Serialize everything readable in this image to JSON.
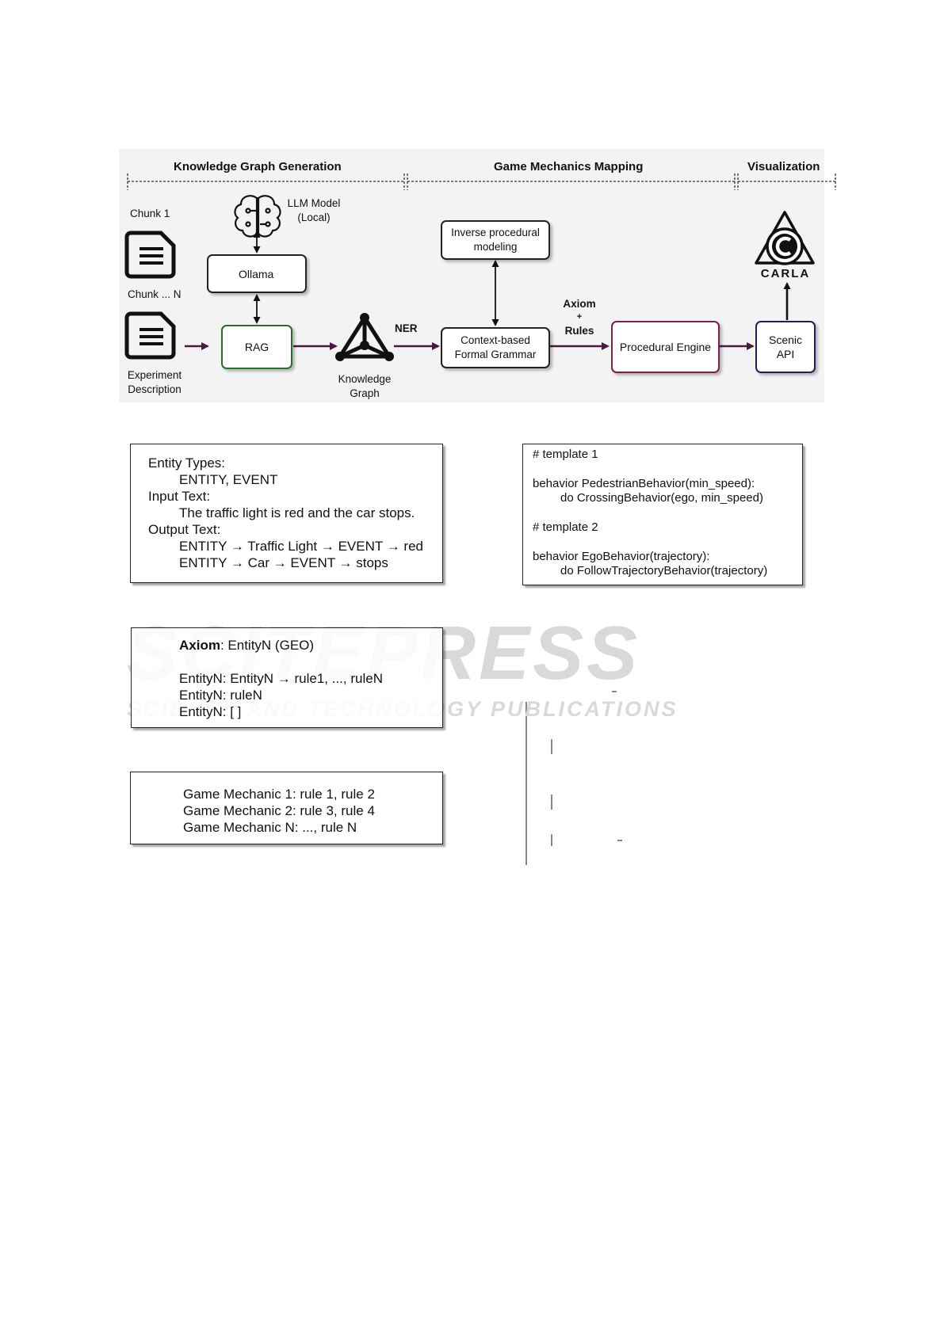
{
  "figure": {
    "sections": {
      "kg": "Knowledge Graph Generation",
      "game": "Game Mechanics Mapping",
      "vis": "Visualization"
    },
    "nodes": {
      "chunk1": "Chunk 1",
      "chunkN": "Chunk ... N",
      "experiment": [
        "Experiment",
        "Description"
      ],
      "llm": [
        "LLM Model",
        "(Local)"
      ],
      "ollama": "Ollama",
      "rag": "RAG",
      "kg": [
        "Knowledge",
        "Graph"
      ],
      "ner": "NER",
      "inverse": [
        "Inverse procedural",
        "modeling"
      ],
      "grammar": [
        "Context-based",
        "Formal Grammar"
      ],
      "axiom_rules": [
        "Axiom",
        "+",
        "Rules"
      ],
      "engine": "Procedural Engine",
      "scenic": [
        "Scenic",
        "API"
      ],
      "carla": "CARLA"
    },
    "colors": {
      "arrow": "#4a1942",
      "rag_border": "#2f6b2f",
      "engine_border": "#7a1f4f",
      "scenic_border": "#2c1a4d"
    }
  },
  "panel_ner": {
    "lines": [
      "Entity Types:",
      "ENTITY, EVENT",
      "Input Text:",
      "The traffic light is red and the car stops.",
      "Output Text:",
      "ENTITY → Traffic Light → EVENT → red",
      "ENTITY → Car → EVENT → stops"
    ]
  },
  "panel_template": {
    "lines": [
      "# template 1",
      "behavior PedestrianBehavior(min_speed):",
      "do CrossingBehavior(ego, min_speed)",
      "# template 2",
      "behavior EgoBehavior(trajectory):",
      "do FollowTrajectoryBehavior(trajectory)"
    ]
  },
  "panel_grammar": {
    "axiom_label": "Axiom",
    "axiom_value": ":  EntityN (GEO)",
    "lines": [
      "EntityN: EntityN → rule1, ..., ruleN",
      "EntityN: ruleN",
      "EntityN: [ ]"
    ]
  },
  "panel_mechanics": {
    "lines": [
      "Game Mechanic 1: rule 1, rule 2",
      "Game Mechanic 2: rule 3, rule 4",
      "Game Mechanic N: ..., rule N"
    ]
  },
  "watermark": {
    "main": "SCITEPRESS",
    "sub": "SCIENCE AND TECHNOLOGY PUBLICATIONS"
  }
}
